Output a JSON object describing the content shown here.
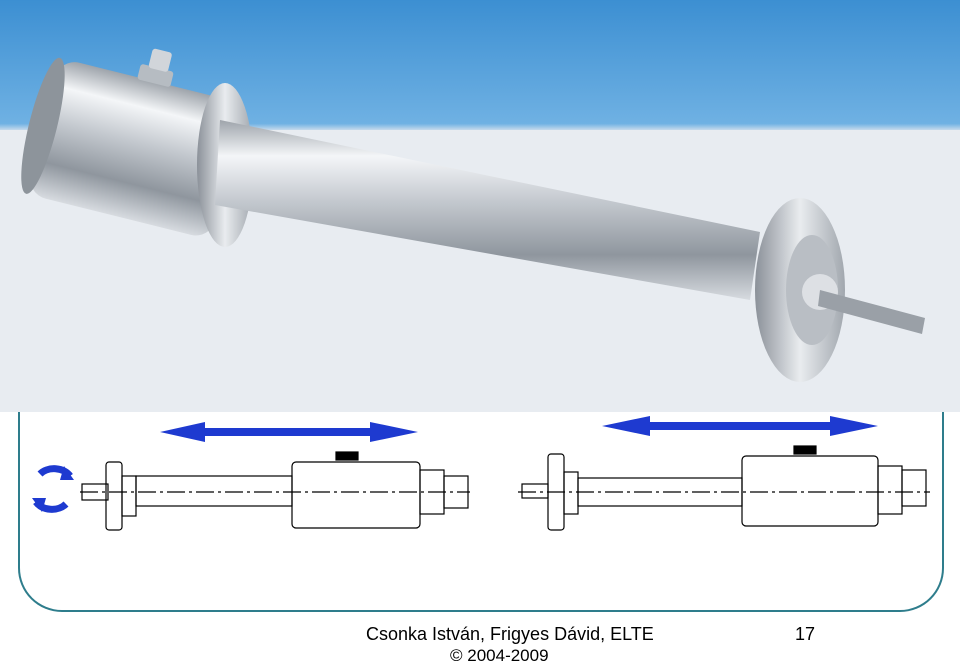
{
  "footer": {
    "author": "Csonka István, Frigyes Dávid, ELTE",
    "copyright": "© 2004-2009",
    "page_number": "17"
  },
  "photo": {
    "subject": "linear-rotary vacuum feedthrough manipulator",
    "sky_color": "#3a8fd0",
    "table_color": "#e4e8ee"
  },
  "diagram": {
    "arrow_color": "#1e3ad0",
    "rotate_icon_color": "#1e3ad0",
    "line_color": "#000000"
  }
}
